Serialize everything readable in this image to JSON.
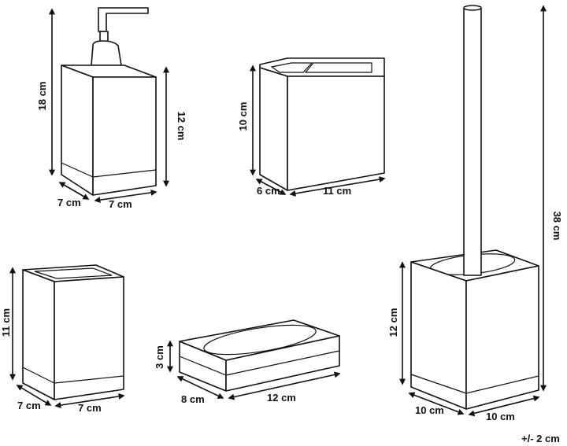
{
  "products": {
    "soap_dispenser": {
      "height": "18 cm",
      "body_height": "12 cm",
      "depth": "7 cm",
      "width": "7 cm"
    },
    "toothbrush_holder": {
      "height": "10 cm",
      "depth": "6 cm",
      "width": "11 cm"
    },
    "tumbler": {
      "height": "11 cm",
      "depth": "7 cm",
      "width": "7 cm"
    },
    "soap_dish": {
      "height": "3 cm",
      "depth": "8 cm",
      "width": "12 cm"
    },
    "toilet_brush": {
      "height": "38 cm",
      "holder_height": "12 cm",
      "depth": "10 cm",
      "width": "10 cm"
    }
  },
  "tolerance": "+/- 2 cm",
  "colors": {
    "line": "#111111",
    "background": "#ffffff"
  }
}
